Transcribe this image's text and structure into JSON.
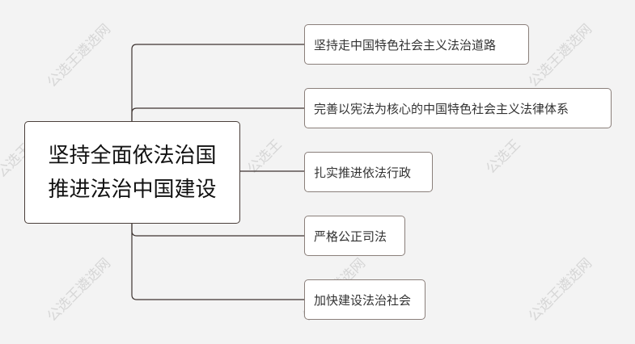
{
  "root": {
    "line1": "坚持全面依法治国",
    "line2": "推进法治中国建设"
  },
  "children": [
    {
      "label": "坚持走中国特色社会主义法治道路"
    },
    {
      "label": "完善以宪法为核心的中国特色社会主义法律体系"
    },
    {
      "label": "扎实推进依法行政"
    },
    {
      "label": "严格公正司法"
    },
    {
      "label": "加快建设法治社会"
    }
  ],
  "watermarks": {
    "full": "公选王遴选网",
    "short": "公选王"
  },
  "colors": {
    "line": "#3d3330",
    "border": "#8a7f7a",
    "background": "#f3f3f3"
  }
}
